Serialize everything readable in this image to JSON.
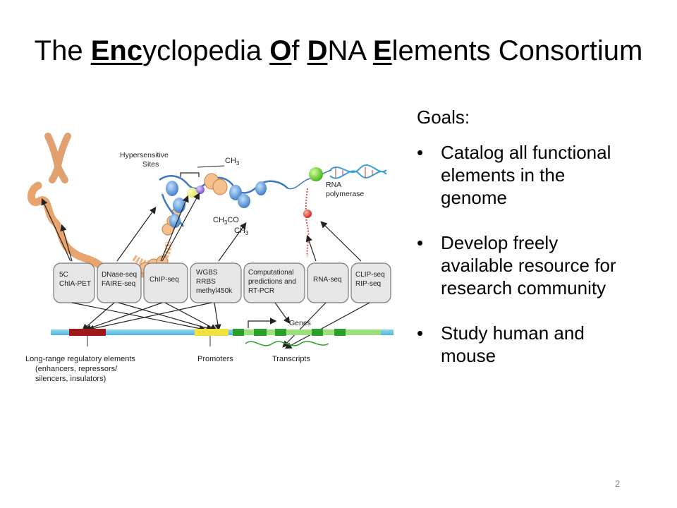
{
  "title": {
    "part1": "The ",
    "enc": "Enc",
    "part2": "yclopedia ",
    "o": "O",
    "part3": "f ",
    "d": "D",
    "part4": "NA ",
    "e": "E",
    "part5": "lements Consortium"
  },
  "goals": {
    "heading": "Goals:",
    "bullet": "•",
    "items": [
      {
        "lines": [
          "Catalog all functional",
          "elements in the",
          "genome"
        ]
      },
      {
        "lines": [
          "Develop freely",
          "available resource for",
          "research community"
        ]
      },
      {
        "lines": [
          "Study human and",
          "mouse"
        ]
      }
    ]
  },
  "diagram": {
    "hypersensitive": [
      "Hypersensitive",
      "Sites"
    ],
    "ch3_top": "CH",
    "ch3_sub": "3",
    "ch3co": "CH",
    "ch3co_sub": "3",
    "ch3co_tail": "CO",
    "ch3_bottom": "CH",
    "ch3_bottom_sub": "3",
    "rna_polymerase": [
      "RNA",
      "polymerase"
    ],
    "assays": [
      {
        "lines": [
          "5C",
          "ChIA-PET"
        ]
      },
      {
        "lines": [
          "DNase-seq",
          "FAIRE-seq"
        ]
      },
      {
        "lines": [
          "ChIP-seq"
        ]
      },
      {
        "lines": [
          "WGBS",
          "RRBS",
          "methyl450k"
        ]
      },
      {
        "lines": [
          "Computational",
          "predictions and",
          "RT-PCR"
        ]
      },
      {
        "lines": [
          "RNA-seq"
        ]
      },
      {
        "lines": [
          "CLIP-seq",
          "RIP-seq"
        ]
      }
    ],
    "genes": "Genes",
    "long_range": [
      "Long-range regulatory elements",
      "(enhancers, repressors/",
      "silencers, insulators)"
    ],
    "promoters": "Promoters",
    "transcripts": "Transcripts"
  },
  "page_number": "2"
}
